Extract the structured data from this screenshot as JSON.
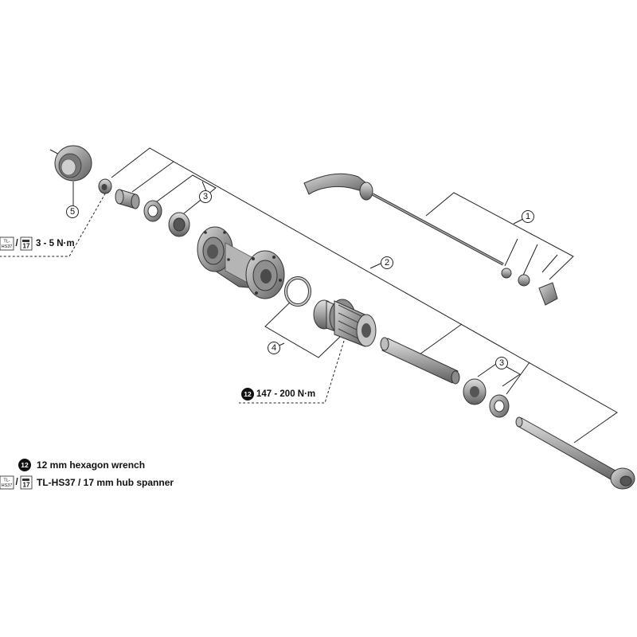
{
  "callouts": {
    "c1": "1",
    "c2": "2",
    "c3a": "3",
    "c3b": "3",
    "c4": "4",
    "c5": "5"
  },
  "torque": {
    "small_nut": "3 - 5 N·m",
    "freehub": "147 - 200 N·m"
  },
  "tools": {
    "tl_line1": "TL-",
    "tl_line2": "HS37",
    "spanner_size": "17",
    "separator": "/",
    "hex_size": "12"
  },
  "legend": {
    "hex_wrench": "12 mm hexagon wrench",
    "hub_spanner": "TL-HS37 / 17 mm hub spanner"
  },
  "colors": {
    "part_fill": "#9a9a9a",
    "part_dark": "#5e5e5e",
    "part_light": "#d2d2d2",
    "line": "#222222"
  }
}
